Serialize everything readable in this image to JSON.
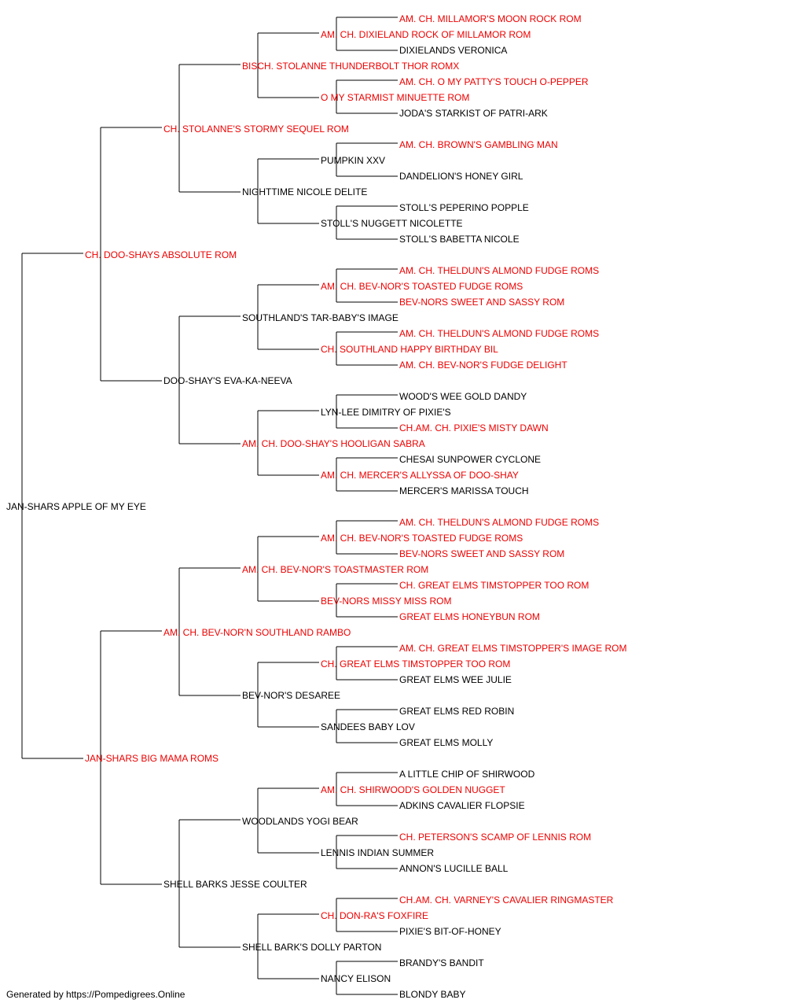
{
  "colors": {
    "champion": "#ee0000",
    "normal": "#000000",
    "lines": "#000000"
  },
  "footer": {
    "text": "Generated by https://Pompedigrees.Online"
  },
  "pedigree": {
    "name": "JAN-SHARS APPLE OF MY EYE",
    "champion": false,
    "sire": {
      "name": "CH. DOO-SHAYS ABSOLUTE ROM",
      "champion": true,
      "sire": {
        "name": "CH. STOLANNE'S STORMY SEQUEL ROM",
        "champion": true,
        "sire": {
          "name": "BISCH. STOLANNE THUNDERBOLT THOR ROMX",
          "champion": true,
          "sire": {
            "name": "AM. CH. DIXIELAND ROCK OF MILLAMOR ROM",
            "champion": true,
            "sire": {
              "name": "AM. CH. MILLAMOR'S MOON ROCK ROM",
              "champion": true
            },
            "dam": {
              "name": "DIXIELANDS VERONICA",
              "champion": false
            }
          },
          "dam": {
            "name": "O MY STARMIST MINUETTE ROM",
            "champion": true,
            "sire": {
              "name": "AM. CH. O MY PATTY'S TOUCH O-PEPPER",
              "champion": true
            },
            "dam": {
              "name": "JODA'S STARKIST OF PATRI-ARK",
              "champion": false
            }
          }
        },
        "dam": {
          "name": "NIGHTTIME NICOLE DELITE",
          "champion": false,
          "sire": {
            "name": "PUMPKIN XXV",
            "champion": false,
            "sire": {
              "name": "AM. CH. BROWN'S GAMBLING MAN",
              "champion": true
            },
            "dam": {
              "name": "DANDELION'S HONEY GIRL",
              "champion": false
            }
          },
          "dam": {
            "name": "STOLL'S NUGGETT NICOLETTE",
            "champion": false,
            "sire": {
              "name": "STOLL'S PEPERINO POPPLE",
              "champion": false
            },
            "dam": {
              "name": "STOLL'S BABETTA NICOLE",
              "champion": false
            }
          }
        }
      },
      "dam": {
        "name": "DOO-SHAY'S EVA-KA-NEEVA",
        "champion": false,
        "sire": {
          "name": "SOUTHLAND'S TAR-BABY'S IMAGE",
          "champion": false,
          "sire": {
            "name": "AM. CH. BEV-NOR'S TOASTED FUDGE ROMS",
            "champion": true,
            "sire": {
              "name": "AM. CH. THELDUN'S ALMOND FUDGE ROMS",
              "champion": true
            },
            "dam": {
              "name": "BEV-NORS SWEET AND SASSY ROM",
              "champion": true
            }
          },
          "dam": {
            "name": "CH. SOUTHLAND HAPPY BIRTHDAY BIL",
            "champion": true,
            "sire": {
              "name": "AM. CH. THELDUN'S ALMOND FUDGE ROMS",
              "champion": true
            },
            "dam": {
              "name": "AM. CH. BEV-NOR'S FUDGE DELIGHT",
              "champion": true
            }
          }
        },
        "dam": {
          "name": "AM. CH. DOO-SHAY'S HOOLIGAN SABRA",
          "champion": true,
          "sire": {
            "name": "LYN-LEE DIMITRY OF PIXIE'S",
            "champion": false,
            "sire": {
              "name": "WOOD'S WEE GOLD DANDY",
              "champion": false
            },
            "dam": {
              "name": "CH.AM. CH. PIXIE'S MISTY DAWN",
              "champion": true
            }
          },
          "dam": {
            "name": "AM. CH. MERCER'S ALLYSSA OF DOO-SHAY",
            "champion": true,
            "sire": {
              "name": "CHESAI SUNPOWER CYCLONE",
              "champion": false
            },
            "dam": {
              "name": "MERCER'S MARISSA TOUCH",
              "champion": false
            }
          }
        }
      }
    },
    "dam": {
      "name": "JAN-SHARS BIG MAMA ROMS",
      "champion": true,
      "sire": {
        "name": "AM. CH. BEV-NOR'N SOUTHLAND RAMBO",
        "champion": true,
        "sire": {
          "name": "AM. CH. BEV-NOR'S TOASTMASTER ROM",
          "champion": true,
          "sire": {
            "name": "AM. CH. BEV-NOR'S TOASTED FUDGE ROMS",
            "champion": true,
            "sire": {
              "name": "AM. CH. THELDUN'S ALMOND FUDGE ROMS",
              "champion": true
            },
            "dam": {
              "name": "BEV-NORS SWEET AND SASSY ROM",
              "champion": true
            }
          },
          "dam": {
            "name": "BEV-NORS MISSY MISS ROM",
            "champion": true,
            "sire": {
              "name": "CH. GREAT ELMS TIMSTOPPER TOO ROM",
              "champion": true
            },
            "dam": {
              "name": "GREAT ELMS HONEYBUN ROM",
              "champion": true
            }
          }
        },
        "dam": {
          "name": "BEV-NOR'S DESAREE",
          "champion": false,
          "sire": {
            "name": "CH. GREAT ELMS TIMSTOPPER TOO ROM",
            "champion": true,
            "sire": {
              "name": "AM. CH. GREAT ELMS TIMSTOPPER'S IMAGE ROM",
              "champion": true
            },
            "dam": {
              "name": "GREAT ELMS WEE JULIE",
              "champion": false
            }
          },
          "dam": {
            "name": "SANDEES BABY LOV",
            "champion": false,
            "sire": {
              "name": "GREAT ELMS RED ROBIN",
              "champion": false
            },
            "dam": {
              "name": "GREAT ELMS MOLLY",
              "champion": false
            }
          }
        }
      },
      "dam": {
        "name": "SHELL BARKS JESSE COULTER",
        "champion": false,
        "sire": {
          "name": "WOODLANDS YOGI BEAR",
          "champion": false,
          "sire": {
            "name": "AM. CH. SHIRWOOD'S GOLDEN NUGGET",
            "champion": true,
            "sire": {
              "name": "A LITTLE CHIP OF SHIRWOOD",
              "champion": false
            },
            "dam": {
              "name": "ADKINS CAVALIER FLOPSIE",
              "champion": false
            }
          },
          "dam": {
            "name": "LENNIS INDIAN SUMMER",
            "champion": false,
            "sire": {
              "name": "CH. PETERSON'S SCAMP OF LENNIS ROM",
              "champion": true
            },
            "dam": {
              "name": "ANNON'S LUCILLE BALL",
              "champion": false
            }
          }
        },
        "dam": {
          "name": "SHELL BARK'S DOLLY PARTON",
          "champion": false,
          "sire": {
            "name": "CH. DON-RA'S FOXFIRE",
            "champion": true,
            "sire": {
              "name": "CH.AM. CH. VARNEY'S CAVALIER RINGMASTER",
              "champion": true
            },
            "dam": {
              "name": "PIXIE'S BIT-OF-HONEY",
              "champion": false
            }
          },
          "dam": {
            "name": "NANCY ELISON",
            "champion": false,
            "sire": {
              "name": "BRANDY'S BANDIT",
              "champion": false
            },
            "dam": {
              "name": "BLONDY BABY",
              "champion": false
            }
          }
        }
      }
    }
  }
}
